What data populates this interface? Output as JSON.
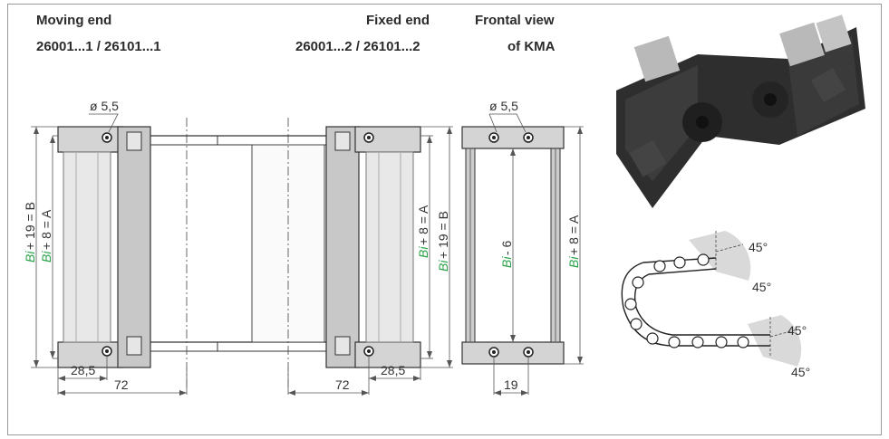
{
  "headers": {
    "moving_title": "Moving end",
    "moving_parts": "26001...1 / 26101...1",
    "fixed_title": "Fixed end",
    "fixed_parts": "26001...2 / 26101...2",
    "frontal_title": "Frontal view",
    "frontal_sub": "of KMA"
  },
  "dims": {
    "diameter": "ø 5,5",
    "d28": "28,5",
    "d72": "72",
    "d19": "19",
    "bi": "Bi",
    "plus19B": " + 19 = B",
    "plus8A": " + 8 = A",
    "minus6": " - 6",
    "angle": "45°"
  },
  "colors": {
    "green": "#2ca24a",
    "dark": "#3a3a3a",
    "mid": "#cfcfcf",
    "light": "#e6e6e6"
  }
}
